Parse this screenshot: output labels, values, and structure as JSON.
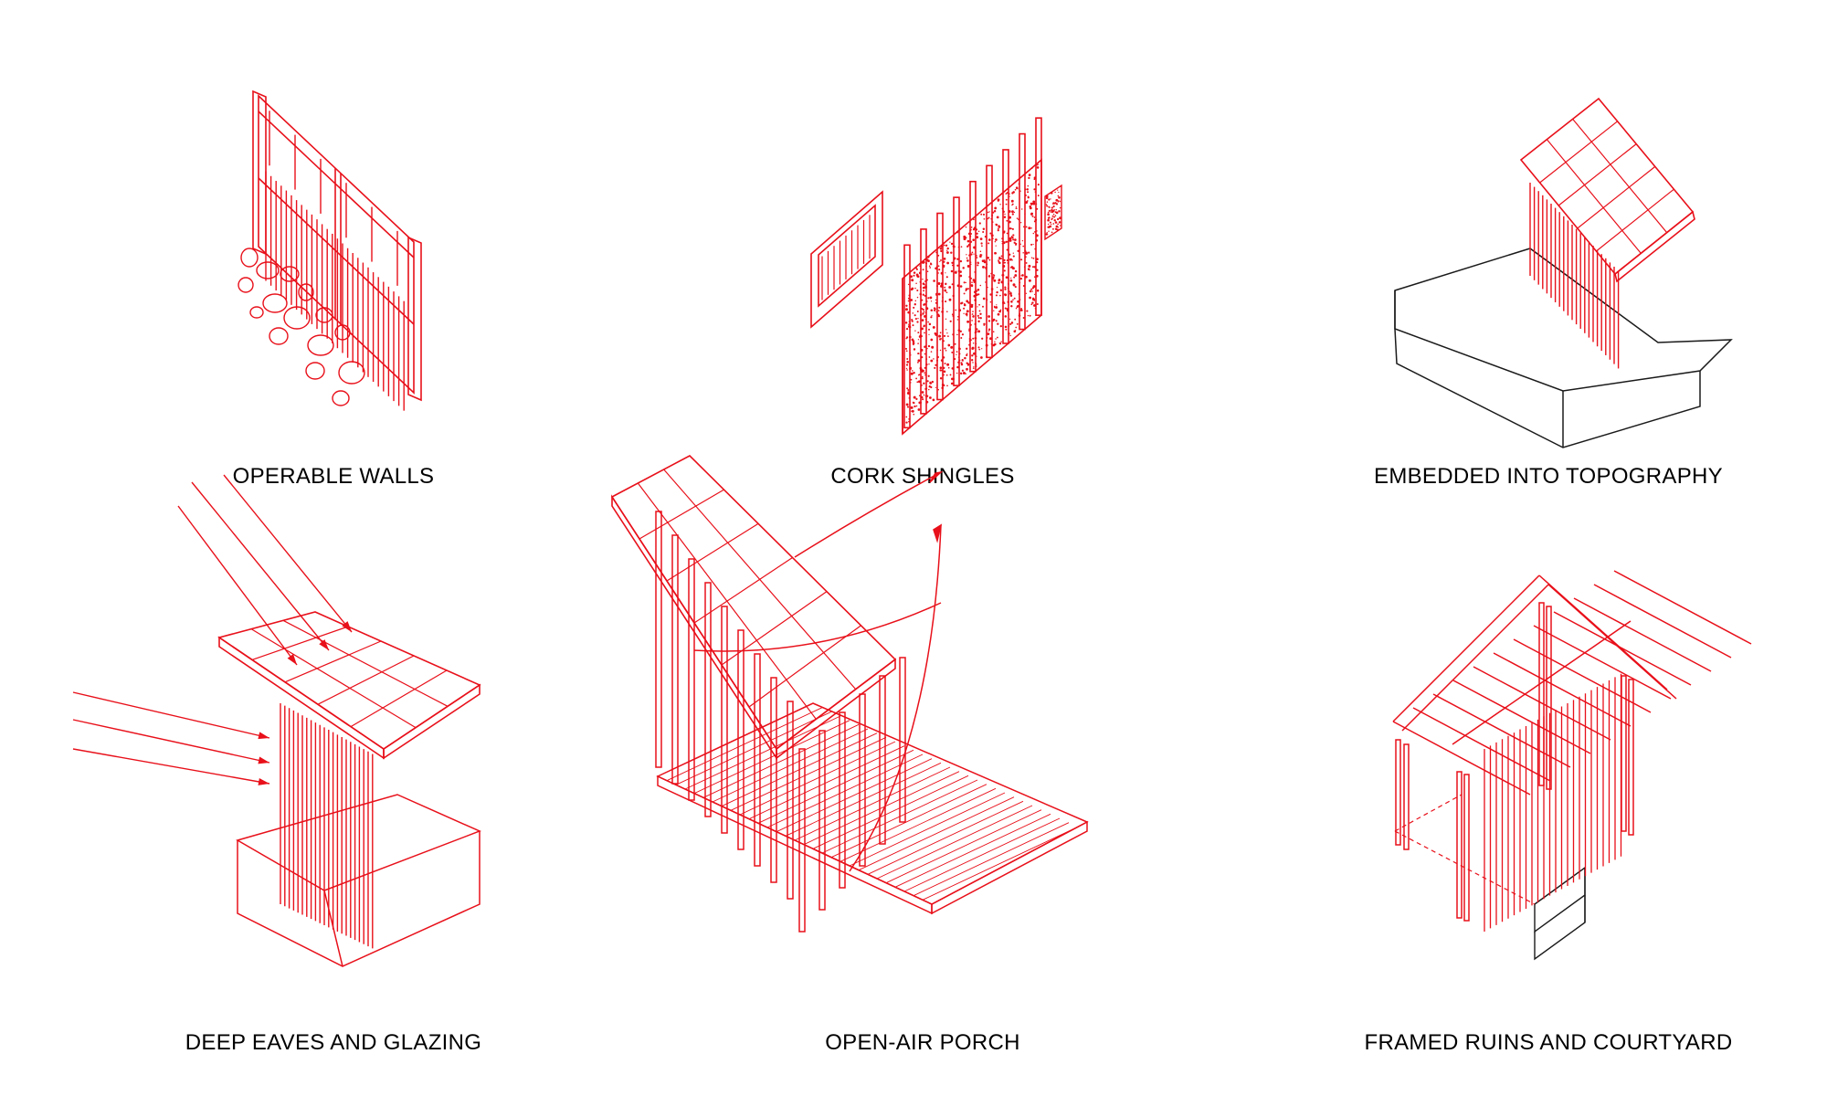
{
  "colors": {
    "drawing": "#e8101a",
    "terrain": "#1a1a1a",
    "caption": "#000000",
    "background": "#ffffff"
  },
  "panels": [
    {
      "caption": "OPERABLE WALLS"
    },
    {
      "caption": "CORK SHINGLES"
    },
    {
      "caption": "EMBEDDED INTO TOPOGRAPHY"
    },
    {
      "caption": "DEEP EAVES AND GLAZING"
    },
    {
      "caption": "OPEN-AIR PORCH"
    },
    {
      "caption": "FRAMED RUINS AND COURTYARD"
    }
  ]
}
